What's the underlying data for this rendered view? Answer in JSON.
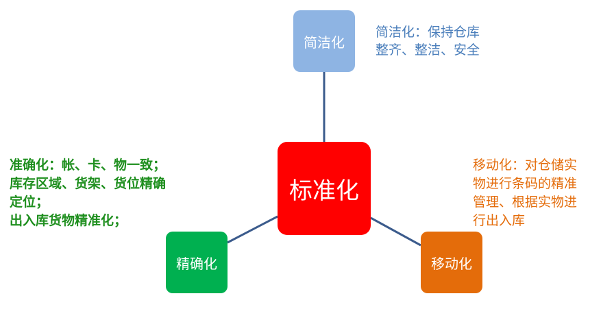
{
  "center": {
    "label": "标准化",
    "color": "#ff0000"
  },
  "nodes": [
    {
      "label": "简洁化",
      "color": "#8eb4e3",
      "note": [
        "简洁化：保持仓库",
        "整齐、整洁、安全"
      ]
    },
    {
      "label": "精确化",
      "color": "#00b050",
      "note": [
        "准确化：帐、卡、物一致；",
        "库存区域、货架、货位精确",
        "定位；",
        "出入库货物精准化；"
      ]
    },
    {
      "label": "移动化",
      "color": "#e46c0a",
      "note": [
        "移动化：对仓储实",
        "物进行条码的精准",
        "管理、根据实物进",
        "行出入库"
      ]
    }
  ]
}
